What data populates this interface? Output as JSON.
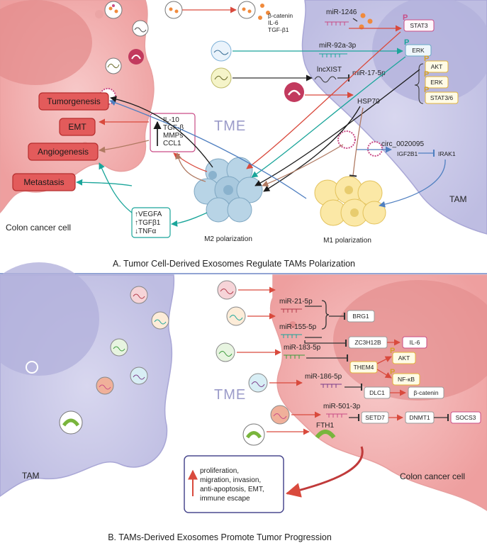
{
  "panel_a": {
    "caption": "A. Tumor Cell-Derived Exosomes Regulate TAMs Polarization",
    "tme_label": "TME",
    "colon_cell_label": "Colon cancer cell",
    "tam_label": "TAM",
    "outcomes": [
      "Tumorgenesis",
      "EMT",
      "Angiogenesis",
      "Metastasis"
    ],
    "cargo": [
      "β-catenin",
      "IL-6",
      "TGF-β1"
    ],
    "mirnas": {
      "mir1246": "miR-1246",
      "mir92a": "miR-92a-3p",
      "lncxist": "lncXIST",
      "mir17": "miR-17-5p",
      "hsp70": "HSP70",
      "circ": "circ_0020095"
    },
    "targets": {
      "stat3": "STAT3",
      "erk": "ERK",
      "akt": "AKT",
      "erk2": "ERK",
      "stat36": "STAT3/6",
      "igf2b1": "IGF2B1",
      "irak1": "IRAK1"
    },
    "phos": "P",
    "m2_factors": [
      "IL-10",
      "TGF-β",
      "MMPs",
      "CCL1"
    ],
    "m2_secretion": [
      "↑VEGFA",
      "↑TGFβ1",
      "↓TNFα"
    ],
    "m2_label": "M2 polarization",
    "m1_label": "M1 polarization"
  },
  "panel_b": {
    "caption": "B. TAMs-Derived Exosomes Promote Tumor Progression",
    "tme_label": "TME",
    "tam_label": "TAM",
    "colon_cell_label": "Colon cancer cell",
    "mirnas": {
      "mir21": "miR-21-5p",
      "mir155": "miR-155-5p",
      "mir183": "miR-183-5p",
      "mir186": "miR-186-5p",
      "mir501": "miR-501-3p",
      "fth1": "FTH1"
    },
    "targets": {
      "brg1": "BRG1",
      "zc3h12b": "ZC3H12B",
      "il6": "IL-6",
      "them4": "THEM4",
      "akt": "AKT",
      "nfkb": "NF-κB",
      "dlc1": "DLC1",
      "bcat": "β-catenin",
      "setd7": "SETD7",
      "dnmt1": "DNMT1",
      "socs3": "SOCS3"
    },
    "phos": "P",
    "outcome_lines": [
      "proliferation,",
      "migration, invasion,",
      "anti-apoptosis, EMT,",
      "immune escape"
    ]
  },
  "colors": {
    "tumor": "#f2b6b6",
    "tam": "#c9c8e8",
    "red_arrow": "#d94a3d",
    "teal_arrow": "#1aa59a",
    "blue_arrow": "#4f7fc0",
    "brown_arrow": "#b07a62",
    "black_arrow": "#1a1a1a"
  }
}
